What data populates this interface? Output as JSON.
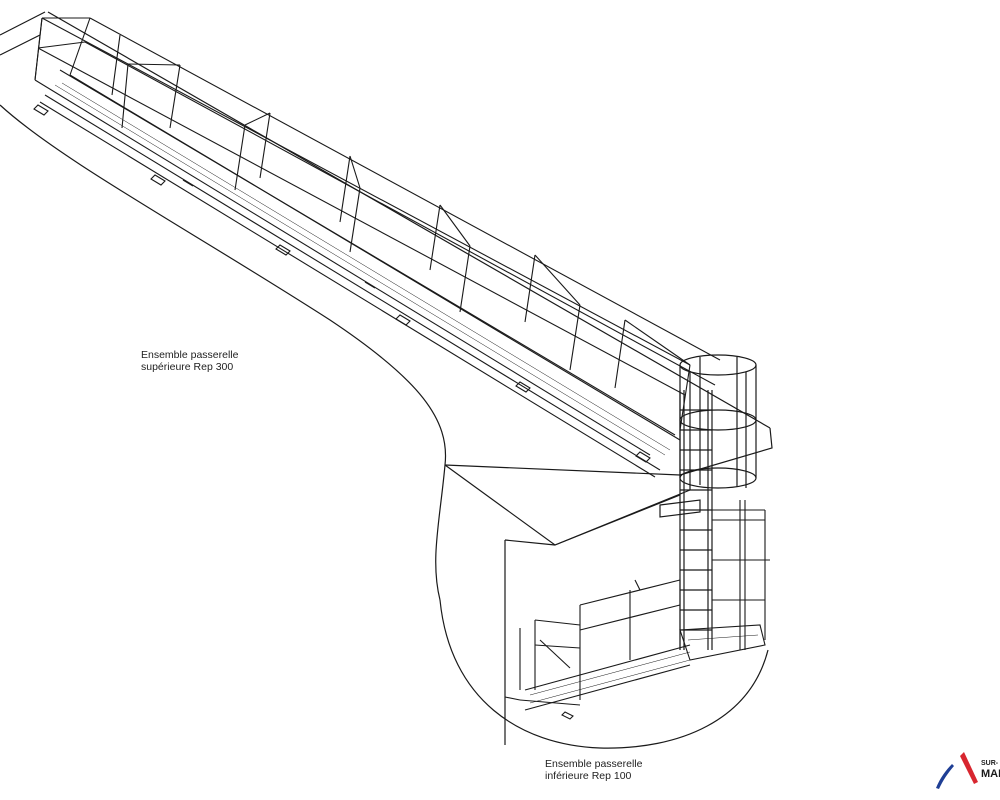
{
  "labels": {
    "upper_line1": "Ensemble passerelle",
    "upper_line2": "supérieure Rep 300",
    "lower_line1": "Ensemble passerelle",
    "lower_line2": "inférieure Rep 100"
  },
  "logo": {
    "line1": "SUR-",
    "line2": "MADE",
    "colors": {
      "blue": "#1f3f95",
      "red": "#d8262f"
    }
  },
  "colors": {
    "line": "#1a1a1a",
    "background": "#ffffff"
  }
}
